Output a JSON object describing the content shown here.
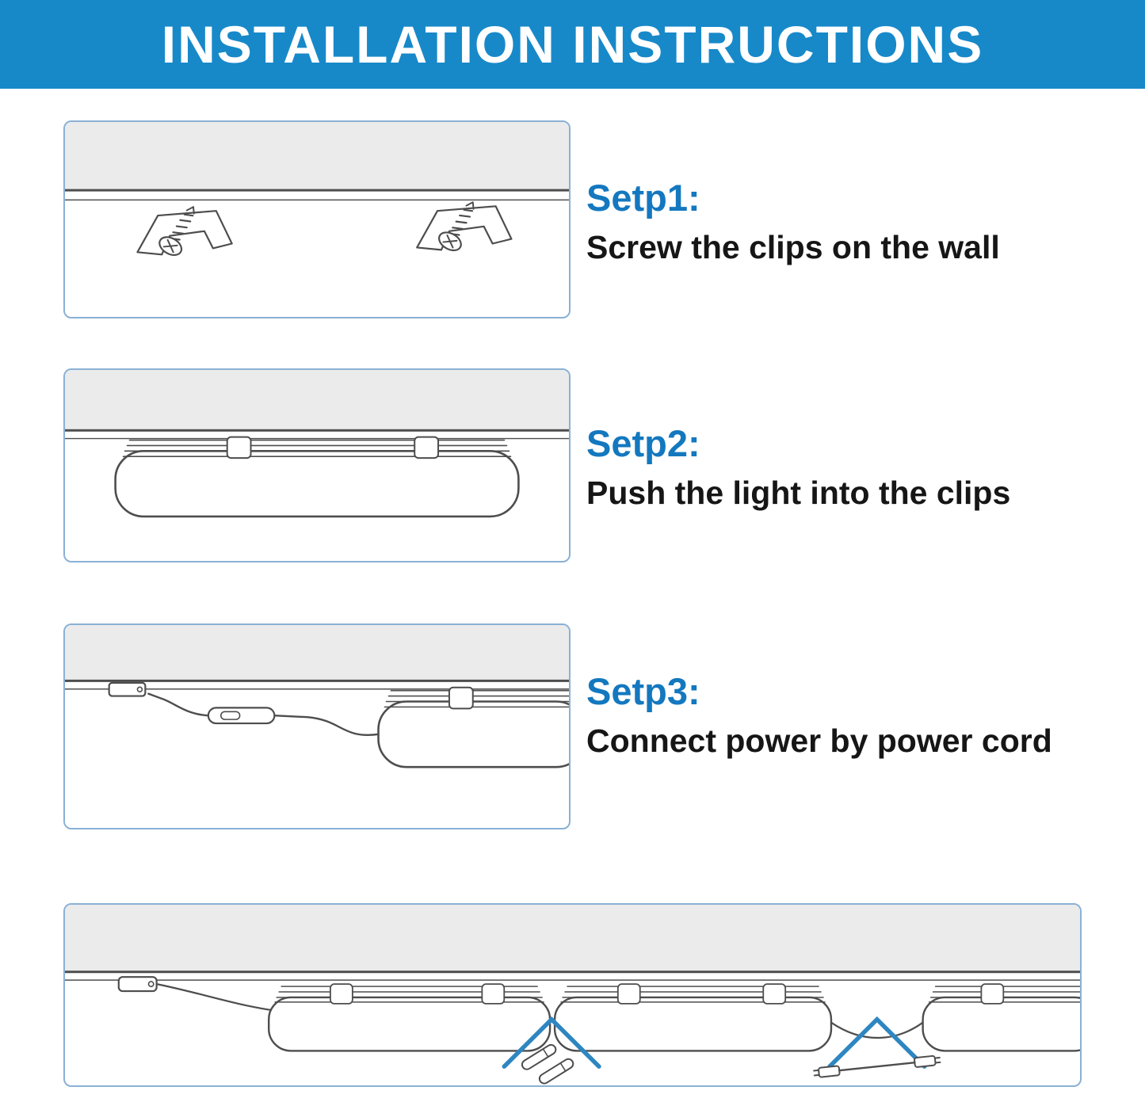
{
  "header": {
    "title": "INSTALLATION INSTRUCTIONS"
  },
  "steps": [
    {
      "label": "Setp1:",
      "description": "Screw the clips on the wall"
    },
    {
      "label": "Setp2:",
      "description": "Push the light into the clips"
    },
    {
      "label": "Setp3:",
      "description": "Connect power by power cord"
    }
  ],
  "illustrations": {
    "step1": "clips-screwed-on-wall",
    "step2": "light-pushed-into-clips",
    "step3": "power-cord-connection",
    "bottom": "multiple-lights-series-connection"
  },
  "colors": {
    "header_bg": "#1789c9",
    "accent_blue": "#1478bf",
    "panel_border": "#8ab1d6",
    "line_art": "#4d4d4d",
    "wall_fill": "#ebebeb",
    "chevron_blue": "#2e86c1"
  }
}
